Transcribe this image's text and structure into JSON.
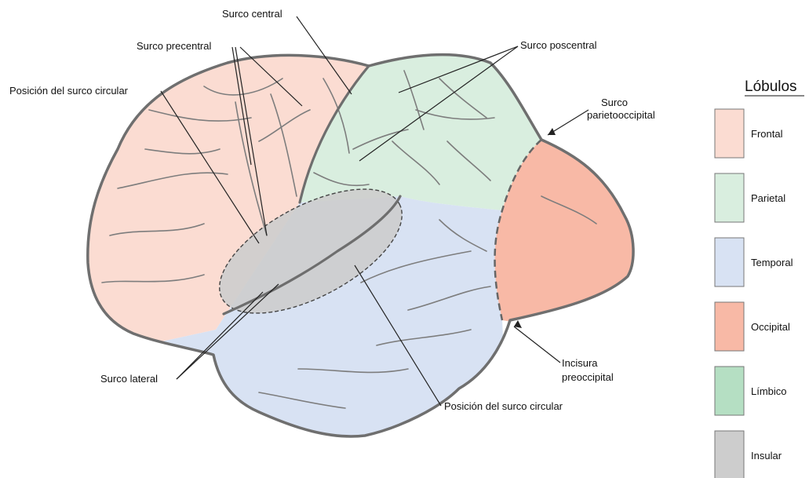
{
  "colors": {
    "frontal": "#fbdcd2",
    "parietal": "#d9eedf",
    "temporal": "#d8e2f3",
    "occipital": "#f8b9a6",
    "limbico": "#b5dfc3",
    "insular": "#cdcdcd"
  },
  "labels": {
    "surco_central": "Surco central",
    "surco_precentral": "Surco precentral",
    "posicion_circular_top": "Posición del surco circular",
    "surco_poscentral": "Surco poscentral",
    "surco_parietooccipital_1": "Surco",
    "surco_parietooccipital_2": "parietooccipital",
    "surco_lateral": "Surco lateral",
    "incisura_1": "Incisura",
    "incisura_2": "preoccipital",
    "posicion_circular_bottom": "Posición del surco circular"
  },
  "legend": {
    "title": "Lóbulos",
    "items": [
      {
        "label": "Frontal",
        "color": "#fbdcd2"
      },
      {
        "label": "Parietal",
        "color": "#d9eedf"
      },
      {
        "label": "Temporal",
        "color": "#d8e2f3"
      },
      {
        "label": "Occipital",
        "color": "#f8b9a6"
      },
      {
        "label": "Límbico",
        "color": "#b5dfc3"
      },
      {
        "label": "Insular",
        "color": "#cdcdcd"
      }
    ]
  }
}
